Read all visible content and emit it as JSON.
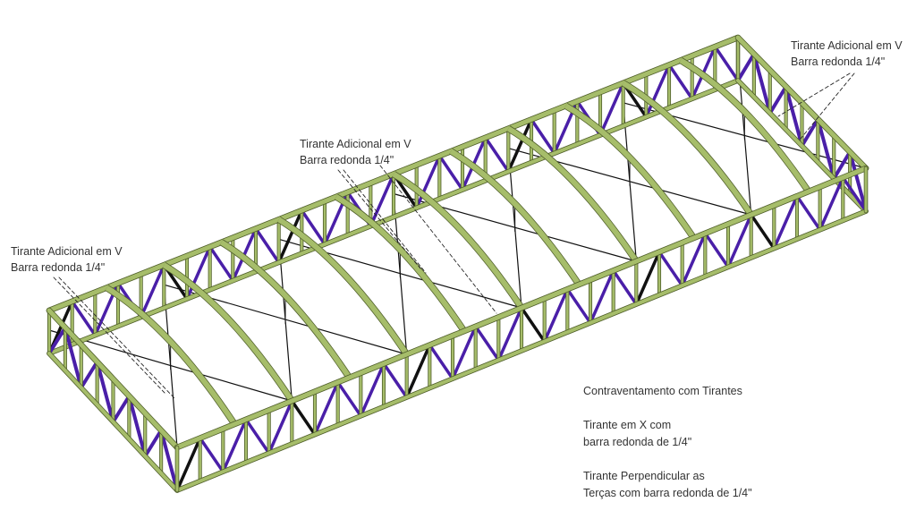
{
  "annotations": [
    {
      "line1": "Tirante Adicional em V",
      "line2": "Barra redonda 1/4\""
    },
    {
      "line1": "Tirante Adicional em V",
      "line2": "Barra redonda 1/4\""
    },
    {
      "line1": "Tirante Adicional em V",
      "line2": "Barra redonda 1/4\""
    }
  ],
  "legend": {
    "title": "Contraventamento  com Tirantes",
    "x_brace_line1": "Tirante em X com",
    "x_brace_line2": "barra redonda de 1/4\"",
    "perp_line1": "Tirante Perpendicular as",
    "perp_line2": "Terças com barra redonda de 1/4\""
  },
  "colors": {
    "member": "#a6bd6a",
    "member_edge": "#4f5e2a",
    "diagonal": "#4a1fa8",
    "rod": "#111111"
  }
}
